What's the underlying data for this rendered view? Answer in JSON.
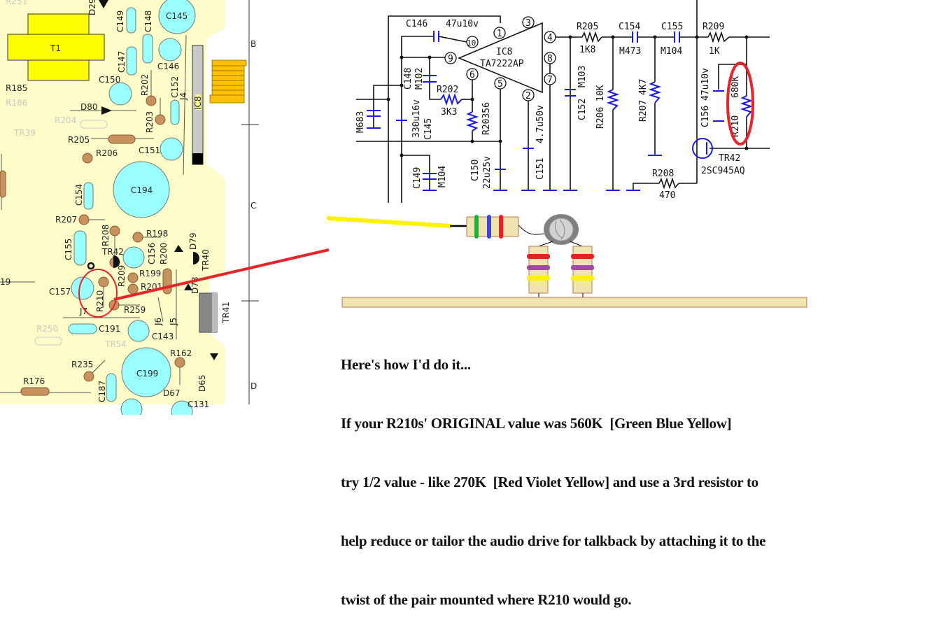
{
  "colors": {
    "pcb_bg": "#fefcc8",
    "capacitor": "#99ffff",
    "pad": "#c8925e",
    "transformer": "#ffff00",
    "highlight": "#e8242a",
    "schematic_blue": "#1a1ae0",
    "wire": "#ffee00",
    "board": "#efe4b0"
  },
  "grid": [
    "B",
    "C",
    "D"
  ],
  "pcb": {
    "labels": [
      "R251",
      "D29",
      "T1",
      "C149",
      "C148",
      "C145",
      "C147",
      "C146",
      "C150",
      "R202",
      "C152",
      "J4",
      "R185",
      "R186",
      "D80",
      "R204",
      "R203",
      "TR39",
      "R205",
      "C151",
      "R206",
      "C194",
      "C154",
      "R207",
      "R208",
      "R198",
      "D79",
      "TR42",
      "C156",
      "R200",
      "TR40",
      "C155",
      "R199",
      "R209",
      "R201",
      "19",
      "C157",
      "R210",
      "J7",
      "R259",
      "D78",
      "J6",
      "J5",
      "TR41",
      "IC8",
      "R250",
      "C191",
      "C143",
      "TR54",
      "R162",
      "R235",
      "C199",
      "D65",
      "R176",
      "C187",
      "D67",
      "C131"
    ]
  },
  "schematic": {
    "ic": {
      "name": "IC8",
      "part": "TA7222AP",
      "pins": [
        "1",
        "2",
        "3",
        "4",
        "5",
        "6",
        "7",
        "8",
        "9",
        "10"
      ]
    },
    "labels": [
      "C146",
      "47u10v",
      "C148",
      "M102",
      "R202",
      "3K3",
      "R20356",
      "330u16v",
      "C145",
      "M683",
      "C149",
      "M104",
      "C150",
      "22u25v",
      "4.7u50v",
      "C151",
      "R205",
      "1K8",
      "C154",
      "M473",
      "C155",
      "M104",
      "R209",
      "1K",
      "C152",
      "M103",
      "R206",
      "10K",
      "R207",
      "4K7",
      "R208",
      "470",
      "C156",
      "47u10v",
      "680K",
      "R210",
      "TR42",
      "2SC945AQ"
    ]
  },
  "illustration": {
    "original_bands": [
      "#1db339",
      "#3a46d6",
      "#ee1c24"
    ],
    "new_bands": [
      "#ee1c24",
      "#a349a4",
      "#fff200"
    ]
  },
  "note": {
    "lines": [
      "Here's how I'd do it...",
      "If your R210s' ORIGINAL value was 560K  [Green Blue Yellow]",
      "try 1/2 value - like 270K  [Red Violet Yellow] and use a 3rd resistor to",
      "help reduce or tailor the audio drive for talkback by attaching it to the",
      "twist of the pair mounted where R210 would go."
    ]
  }
}
